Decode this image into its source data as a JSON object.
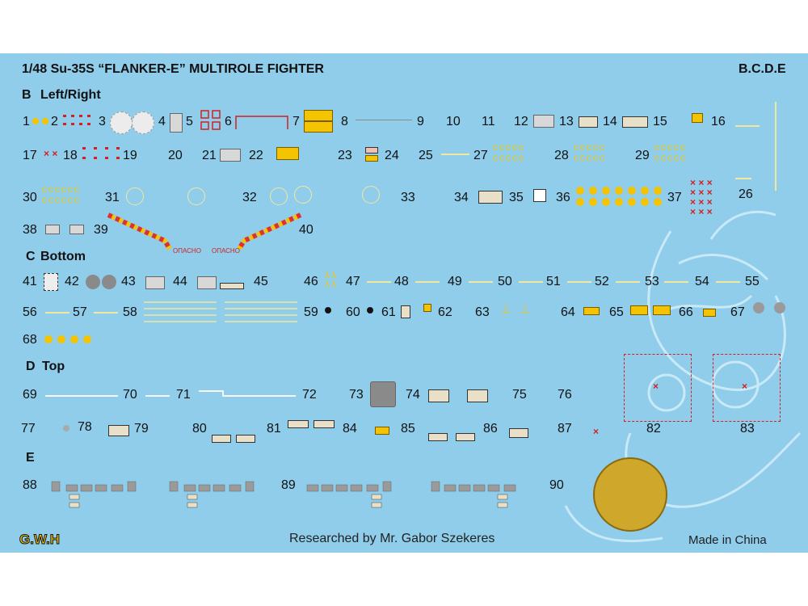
{
  "header": {
    "scale_title": "1/48  Su-35S “FLANKER-E” MULTIROLE FIGHTER",
    "sheet_code": "B.C.D.E"
  },
  "sections": {
    "b": {
      "letter": "B",
      "title": "Left/Right"
    },
    "c": {
      "letter": "C",
      "title": "Bottom"
    },
    "d": {
      "letter": "D",
      "title": "Top"
    },
    "e": {
      "letter": "E",
      "title": ""
    }
  },
  "decal_numbers": {
    "n1": "1",
    "n2": "2",
    "n3": "3",
    "n4": "4",
    "n5": "5",
    "n6": "6",
    "n7": "7",
    "n8": "8",
    "n9": "9",
    "n10": "10",
    "n11": "11",
    "n12": "12",
    "n13": "13",
    "n14": "14",
    "n15": "15",
    "n16": "16",
    "n17": "17",
    "n18": "18",
    "n19": "19",
    "n20": "20",
    "n21": "21",
    "n22": "22",
    "n23": "23",
    "n24": "24",
    "n25": "25",
    "n26": "26",
    "n27": "27",
    "n28": "28",
    "n29": "29",
    "n30": "30",
    "n31": "31",
    "n32": "32",
    "n33": "33",
    "n34": "34",
    "n35": "35",
    "n36": "36",
    "n37": "37",
    "n38": "38",
    "n39": "39",
    "n40": "40",
    "n41": "41",
    "n42": "42",
    "n43": "43",
    "n44": "44",
    "n45": "45",
    "n46": "46",
    "n47": "47",
    "n48": "48",
    "n49": "49",
    "n50": "50",
    "n51": "51",
    "n52": "52",
    "n53": "53",
    "n54": "54",
    "n55": "55",
    "n56": "56",
    "n57": "57",
    "n58": "58",
    "n59": "59",
    "n60": "60",
    "n61": "61",
    "n62": "62",
    "n63": "63",
    "n64": "64",
    "n65": "65",
    "n66": "66",
    "n67": "67",
    "n68": "68",
    "n69": "69",
    "n70": "70",
    "n71": "71",
    "n72": "72",
    "n73": "73",
    "n74": "74",
    "n75": "75",
    "n76": "76",
    "n77": "77",
    "n78": "78",
    "n79": "79",
    "n80": "80",
    "n81": "81",
    "n82": "82",
    "n83": "83",
    "n84": "84",
    "n85": "85",
    "n86": "86",
    "n87": "87",
    "n88": "88",
    "n89": "89",
    "n90": "90"
  },
  "stencils": {
    "danger_left": "ОПАСНО",
    "danger_right": "ОПАСНО"
  },
  "footer": {
    "brand": "G.W.H",
    "credit": "Researched by Mr. Gabor Szekeres",
    "origin": "Made in China"
  },
  "colors": {
    "sheet_background": "#8fcdeb",
    "yellow": "#f5c400",
    "red": "#d42020",
    "stripe_red": "#e0302a"
  }
}
